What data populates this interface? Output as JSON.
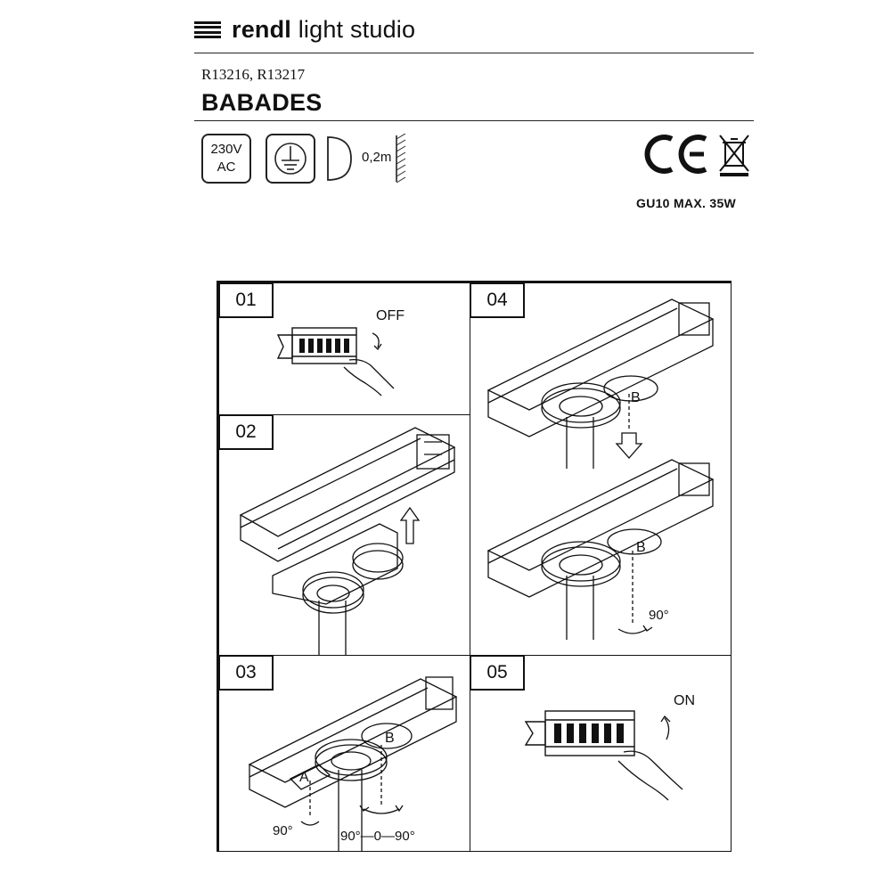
{
  "brand": {
    "name_bold": "rendl",
    "name_rest": " light studio"
  },
  "product": {
    "codes": "R13216, R13217",
    "name": "BABADES"
  },
  "symbols": {
    "voltage_line1": "230V",
    "voltage_line2": "AC",
    "distance": "0,2m"
  },
  "lamp_spec": "GU10 MAX. 35W",
  "steps": [
    {
      "number": "01",
      "label": "OFF"
    },
    {
      "number": "02"
    },
    {
      "number": "03",
      "label_a": "A",
      "label_b": "B",
      "angle_left": "90°",
      "angle_right": "90°—0—90°"
    },
    {
      "number": "04",
      "label_b_top": "B",
      "label_b_bottom": "B",
      "angle": "90°"
    },
    {
      "number": "05",
      "label": "ON"
    }
  ]
}
